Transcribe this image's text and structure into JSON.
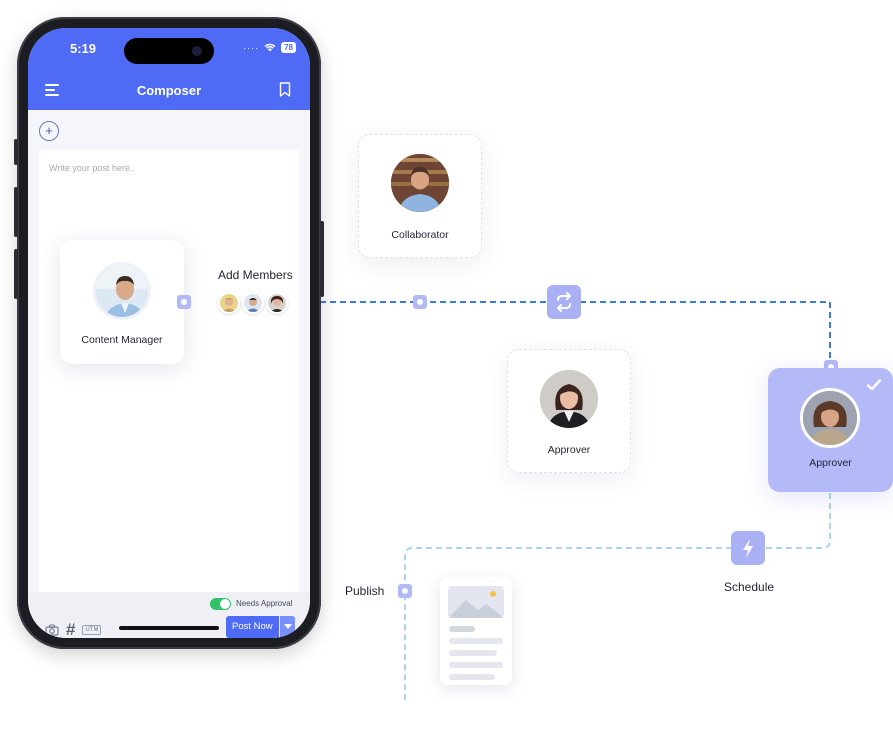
{
  "status_bar": {
    "time": "5:19",
    "battery": "78"
  },
  "app": {
    "title": "Composer"
  },
  "editor": {
    "placeholder": "Write your post here.."
  },
  "bottom_bar": {
    "needs_approval_label": "Needs Approval",
    "needs_approval_on": true,
    "utm_label": "UTM",
    "hash_label": "#",
    "post_now_label": "Post Now"
  },
  "workflow": {
    "content_manager_label": "Content Manager",
    "add_members_label": "Add Members",
    "collaborator_label": "Collaborator",
    "approver_label": "Approver",
    "approver_approved_label": "Approver",
    "schedule_label": "Schedule",
    "publish_label": "Publish"
  },
  "colors": {
    "accent": "#4f6bf5",
    "node": "#b3b9f6",
    "approved_card": "#b4b9f7",
    "toggle_on": "#35c06a",
    "dash_primary": "#3b7ddd",
    "dash_light": "#a9d3f0"
  }
}
